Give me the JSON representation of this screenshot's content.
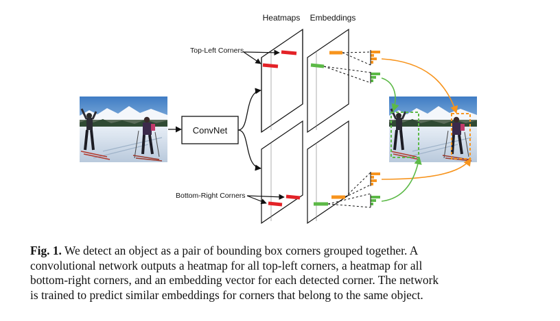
{
  "figure": {
    "headers": {
      "heatmaps": "Heatmaps",
      "embeddings": "Embeddings"
    },
    "labels": {
      "top_left": "Top-Left Corners",
      "bottom_right": "Bottom-Right Corners",
      "network": "ConvNet"
    },
    "colors": {
      "heatmap_point": "#e32227",
      "embedding_orange": "#f7941d",
      "embedding_green": "#5cb947"
    }
  },
  "caption": {
    "label": "Fig. 1.",
    "lines": [
      " We detect an object as a pair of bounding box corners grouped together. A",
      "convolutional network outputs a heatmap for all top-left corners, a heatmap for all",
      "bottom-right corners, and an embedding vector for each detected corner. The network",
      "is trained to predict similar embeddings for corners that belong to the same object."
    ]
  }
}
